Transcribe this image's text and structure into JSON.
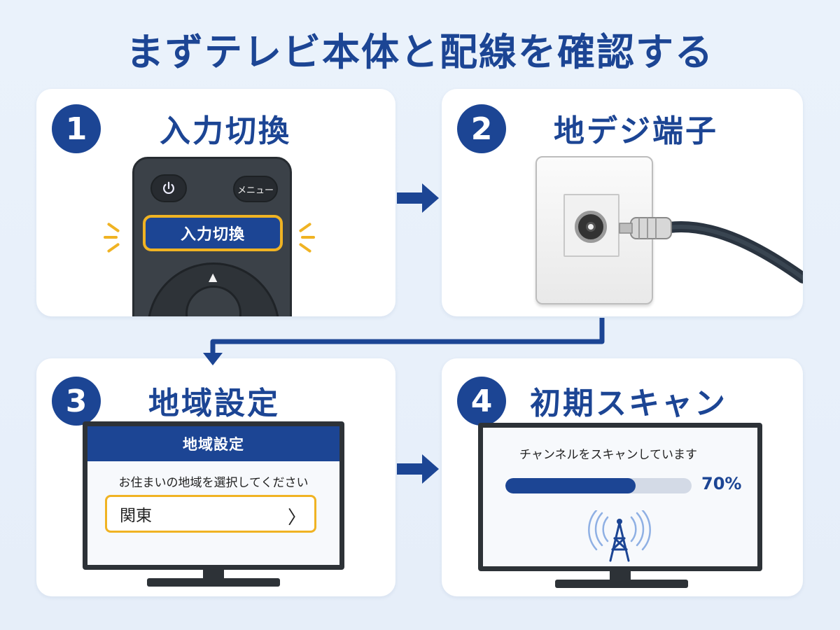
{
  "title": "まずテレビ本体と配線を確認する",
  "steps": [
    {
      "number": "1",
      "title": "入力切換"
    },
    {
      "number": "2",
      "title": "地デジ端子"
    },
    {
      "number": "3",
      "title": "地域設定"
    },
    {
      "number": "4",
      "title": "初期スキャン"
    }
  ],
  "remote": {
    "power_icon": "power-icon",
    "menu_label": "メニュー",
    "input_label": "入力切換",
    "arrow_up": "▲",
    "arrow_left": "◀",
    "arrow_right": "▶"
  },
  "region_screen": {
    "header": "地域設定",
    "prompt": "お住まいの地域を選択してください",
    "selected_region": "関東",
    "chevron": "〉"
  },
  "scan_screen": {
    "message": "チャンネルをスキャンしています",
    "progress_percent": 70,
    "progress_label": "70%"
  },
  "colors": {
    "brand_blue": "#1c4594",
    "highlight_yellow": "#f0b323",
    "card_bg": "#ffffff"
  }
}
